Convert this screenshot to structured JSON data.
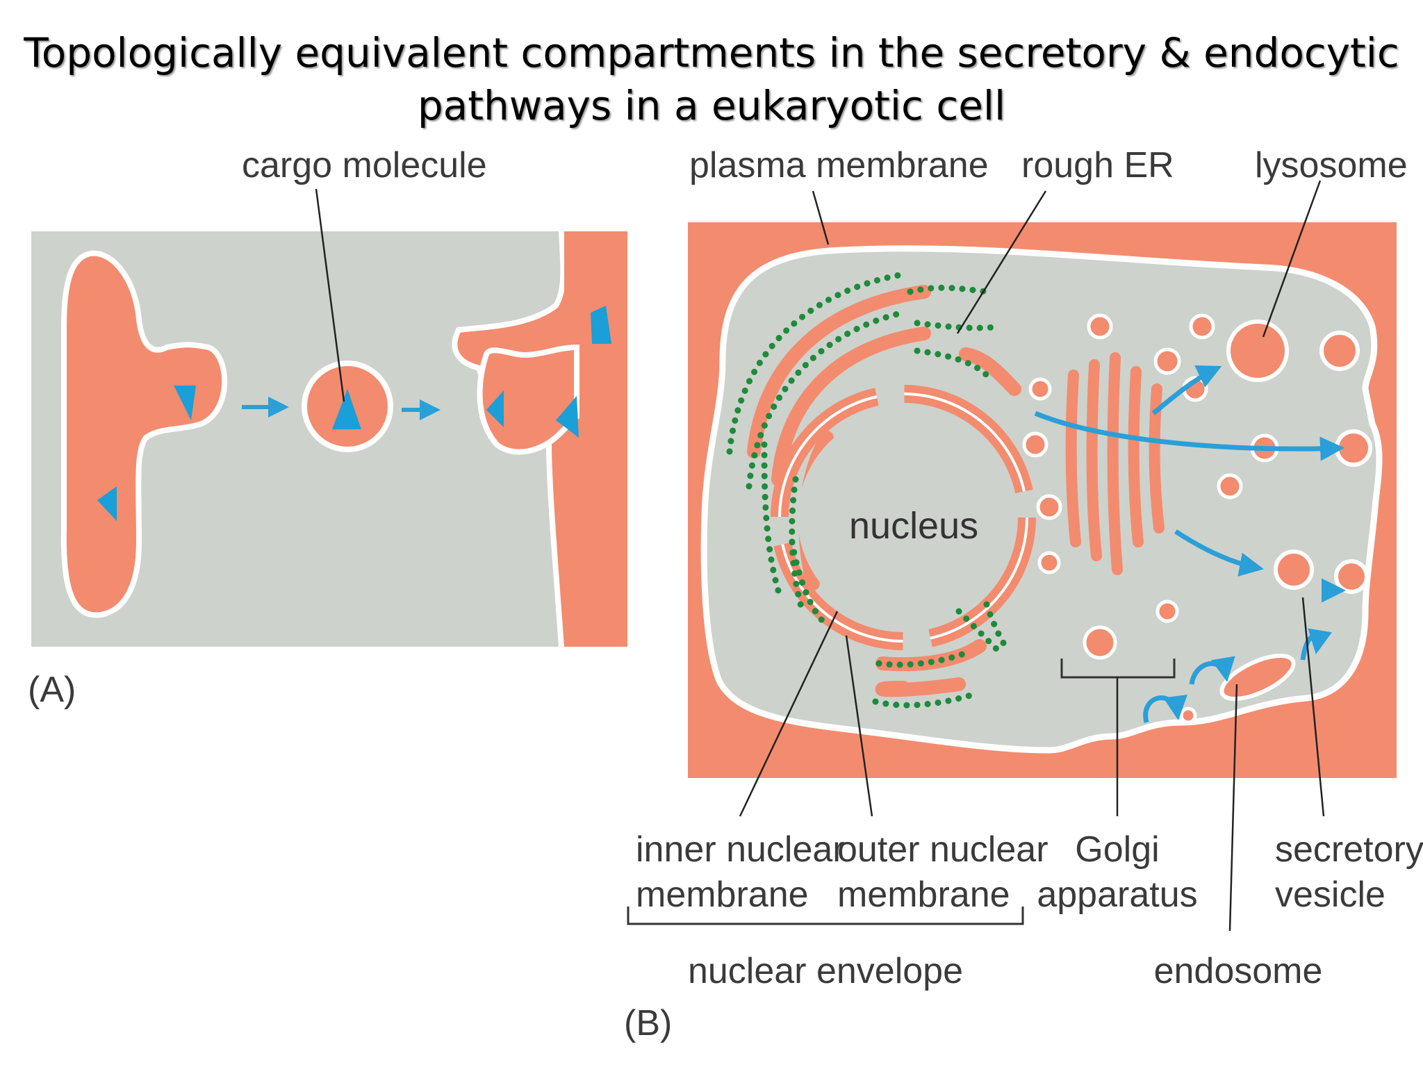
{
  "title": {
    "line1": "Topologically equivalent compartments in the secretory & endocytic",
    "line2": "pathways in a eukaryotic cell"
  },
  "panel_a": {
    "letter": "(A)",
    "labels": {
      "cargo_molecule": "cargo molecule"
    }
  },
  "panel_b": {
    "letter": "(B)",
    "labels": {
      "plasma_membrane": "plasma membrane",
      "rough_er": "rough ER",
      "lysosome": "lysosome",
      "nucleus": "nucleus",
      "inner_nuclear_1": "inner nuclear",
      "inner_nuclear_2": "membrane",
      "outer_nuclear_1": "outer nuclear",
      "outer_nuclear_2": "membrane",
      "golgi_1": "Golgi",
      "golgi_2": "apparatus",
      "secretory_1": "secretory",
      "secretory_2": "vesicle",
      "nuclear_envelope": "nuclear envelope",
      "endosome": "endosome"
    }
  },
  "colors": {
    "lumen": "#f38b6f",
    "cytosol": "#cdd2cc",
    "membrane": "#ffffff",
    "cargo": "#1a9fd8",
    "ribosome": "#1e8a3c",
    "arrow": "#2a9fd8"
  }
}
